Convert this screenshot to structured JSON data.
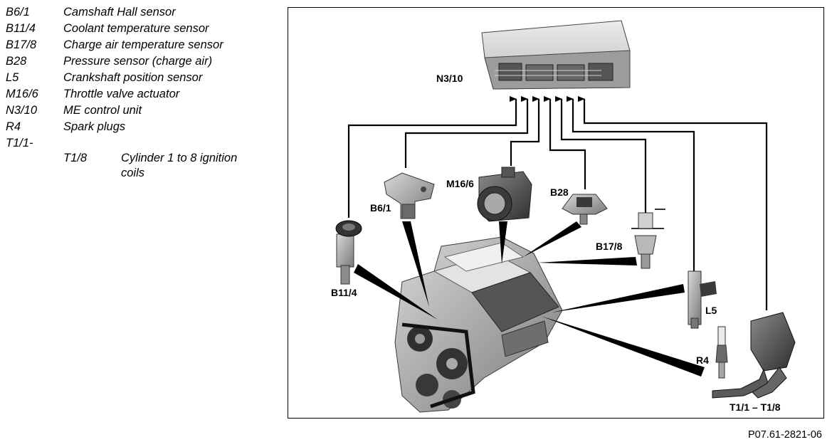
{
  "legend": {
    "items": [
      {
        "code": "B6/1",
        "desc": "Camshaft Hall sensor"
      },
      {
        "code": "B11/4",
        "desc": "Coolant temperature sensor"
      },
      {
        "code": "B17/8",
        "desc": "Charge air temperature sensor"
      },
      {
        "code": "B28",
        "desc": "Pressure sensor (charge air)"
      },
      {
        "code": "L5",
        "desc": "Crankshaft position sensor"
      },
      {
        "code": "M16/6",
        "desc": "Throttle valve actuator"
      },
      {
        "code": "N3/10",
        "desc": "ME control unit"
      },
      {
        "code": "R4",
        "desc": "Spark plugs"
      },
      {
        "code": "T1/1-",
        "desc": ""
      }
    ],
    "sub_item": {
      "code": "T1/8",
      "desc": "Cylinder 1 to 8 ignition coils"
    }
  },
  "diagram": {
    "labels": {
      "n3_10": "N3/10",
      "m16_6": "M16/6",
      "b28": "B28",
      "b6_1": "B6/1",
      "b17_8": "B17/8",
      "b11_4": "B11/4",
      "l5": "L5",
      "r4": "R4",
      "t1": "T1/1 – T1/8"
    }
  },
  "figure_id": "P07.61-2821-06"
}
